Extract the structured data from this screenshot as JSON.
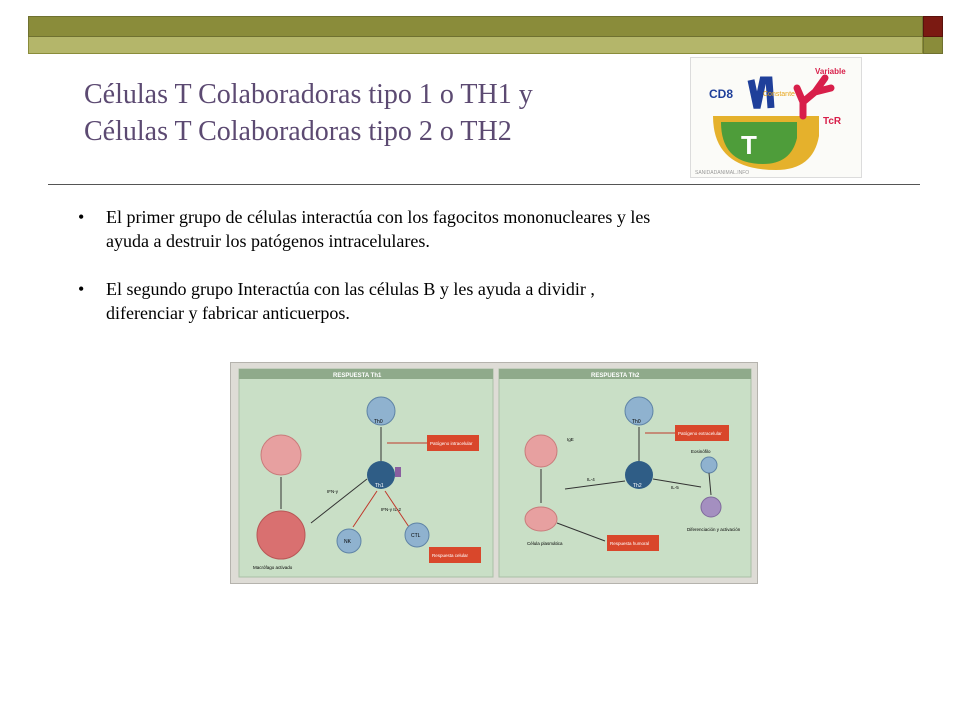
{
  "slide": {
    "title_line1": "Células T Colaboradoras  tipo 1 o TH1 y",
    "title_line2": "Células T Colaboradoras  tipo 2 o TH2",
    "bullets": [
      {
        "marker": "•",
        "line1": "El primer  grupo de células  interactúa con los fagocitos  mononucleares y les",
        "line2": "ayuda a destruir  los patógenos  intracelulares."
      },
      {
        "marker": "•",
        "line1": "El segundo grupo Interactúa  con las células B y les ayuda  a dividir ,",
        "line2": "diferenciar  y fabricar anticuerpos."
      }
    ]
  },
  "logo": {
    "labels": {
      "cd8": "CD8",
      "variable": "Variable",
      "constante": "Constante",
      "tcr": "TcR",
      "t": "T",
      "watermark": "SANIDADANIMAL.INFO"
    },
    "colors": {
      "cd8": "#1f3f9a",
      "receptor": "#d81f4a",
      "constante": "#e7a51b",
      "cell_outer": "#e5b12c",
      "cell_inner": "#4e9d3a"
    }
  },
  "figure": {
    "th1": {
      "header": "RESPUESTA Th1",
      "cells": {
        "th0": "Th0",
        "th1": "Th1",
        "nk": "NK",
        "ctl": "CTL"
      },
      "labels": {
        "pathogen": "Patógeno intracelular",
        "ifn": "IFN-γ",
        "ifn_il2": "IFN-γ IL-2",
        "macrophage": "Macrófago activado",
        "response": "Respuesta celular"
      }
    },
    "th2": {
      "header": "RESPUESTA Th2",
      "cells": {
        "th0": "Th0",
        "th2": "Th2"
      },
      "labels": {
        "pathogen": "Patógeno extracelular",
        "eosinophil": "Eosinófilo",
        "il4": "IL-4",
        "il5": "IL-5",
        "plasma": "Célula plasmática",
        "response": "Respuesta humoral",
        "diff": "Diferenciación y activación",
        "ab": "IgE"
      }
    },
    "colors": {
      "panel": "#c9dfc6",
      "header": "#8faa8b",
      "label_box": "#d9472b",
      "cell": "#8fb2cf",
      "cell_dark": "#2f5d86",
      "macrophage": "#e7a0a0"
    }
  }
}
